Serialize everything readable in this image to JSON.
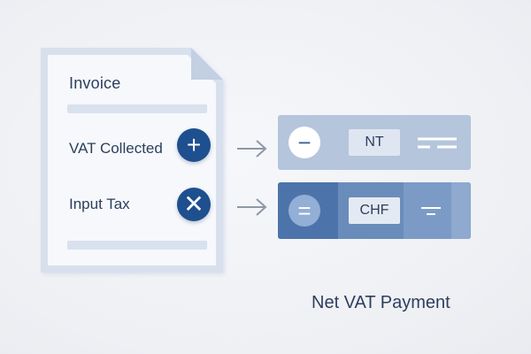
{
  "invoice": {
    "title": "Invoice",
    "rows": [
      {
        "label": "VAT Collected",
        "operator": "+",
        "icon": "plus-icon"
      },
      {
        "label": "Input Tax",
        "operator": "✕",
        "icon": "times-icon"
      }
    ]
  },
  "results": [
    {
      "symbol": "−",
      "icon": "minus-icon",
      "currency": "NT",
      "lines": "double-dash"
    },
    {
      "symbol": "=",
      "icon": "equals-icon",
      "currency": "CHF",
      "lines": "single-dash"
    }
  ],
  "footer": {
    "label": "Net VAT Payment"
  },
  "colors": {
    "accent": "#1e4f8f",
    "bar_light": "#b4c5dc",
    "bar_dark": "#5f82b3",
    "text": "#2d3f5e"
  }
}
